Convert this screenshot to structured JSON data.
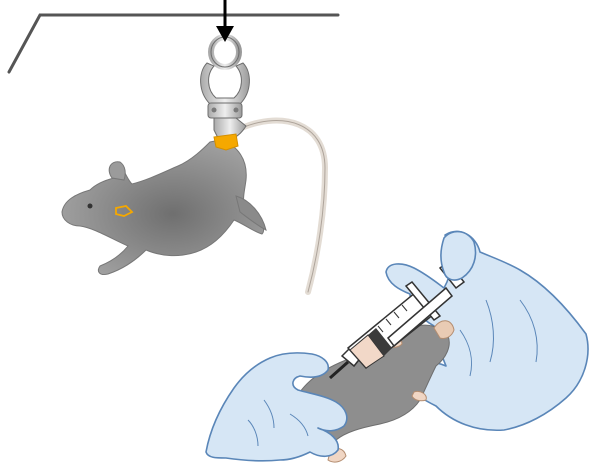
{
  "figure": {
    "panels": [
      {
        "id": "tail-suspension",
        "depicts": [
          "support-bar",
          "downward-arrow",
          "clip-hook",
          "mouse-suspended-by-tail",
          "tail-tape"
        ]
      },
      {
        "id": "injection",
        "depicts": [
          "gloved-hands",
          "syringe",
          "mouse-held"
        ]
      }
    ]
  },
  "colors": {
    "mouse_fur": "#8e8e8e",
    "glove": "#d6e6f5",
    "glove_outline": "#5a86b8",
    "tape_orange": "#f5a800",
    "metal": "#c9c9c9",
    "syringe_fluid": "#f2d8c8",
    "tail": "#e3dcd4",
    "support_bar": "#555555"
  }
}
